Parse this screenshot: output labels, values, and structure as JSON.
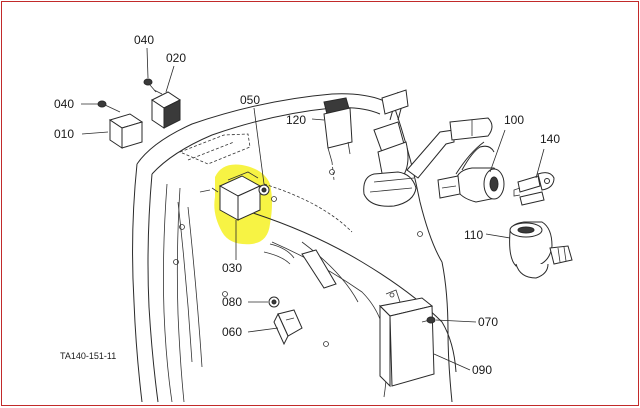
{
  "diagram": {
    "doc_code": "TA140-151-11",
    "highlight_color": "#f7f23a",
    "callouts": [
      {
        "id": "040a",
        "label": "040"
      },
      {
        "id": "020",
        "label": "020"
      },
      {
        "id": "040b",
        "label": "040"
      },
      {
        "id": "010",
        "label": "010"
      },
      {
        "id": "050",
        "label": "050"
      },
      {
        "id": "120",
        "label": "120"
      },
      {
        "id": "100",
        "label": "100"
      },
      {
        "id": "140",
        "label": "140"
      },
      {
        "id": "110",
        "label": "110"
      },
      {
        "id": "030",
        "label": "030"
      },
      {
        "id": "080",
        "label": "080"
      },
      {
        "id": "060",
        "label": "060"
      },
      {
        "id": "070",
        "label": "070"
      },
      {
        "id": "090",
        "label": "090"
      }
    ]
  }
}
